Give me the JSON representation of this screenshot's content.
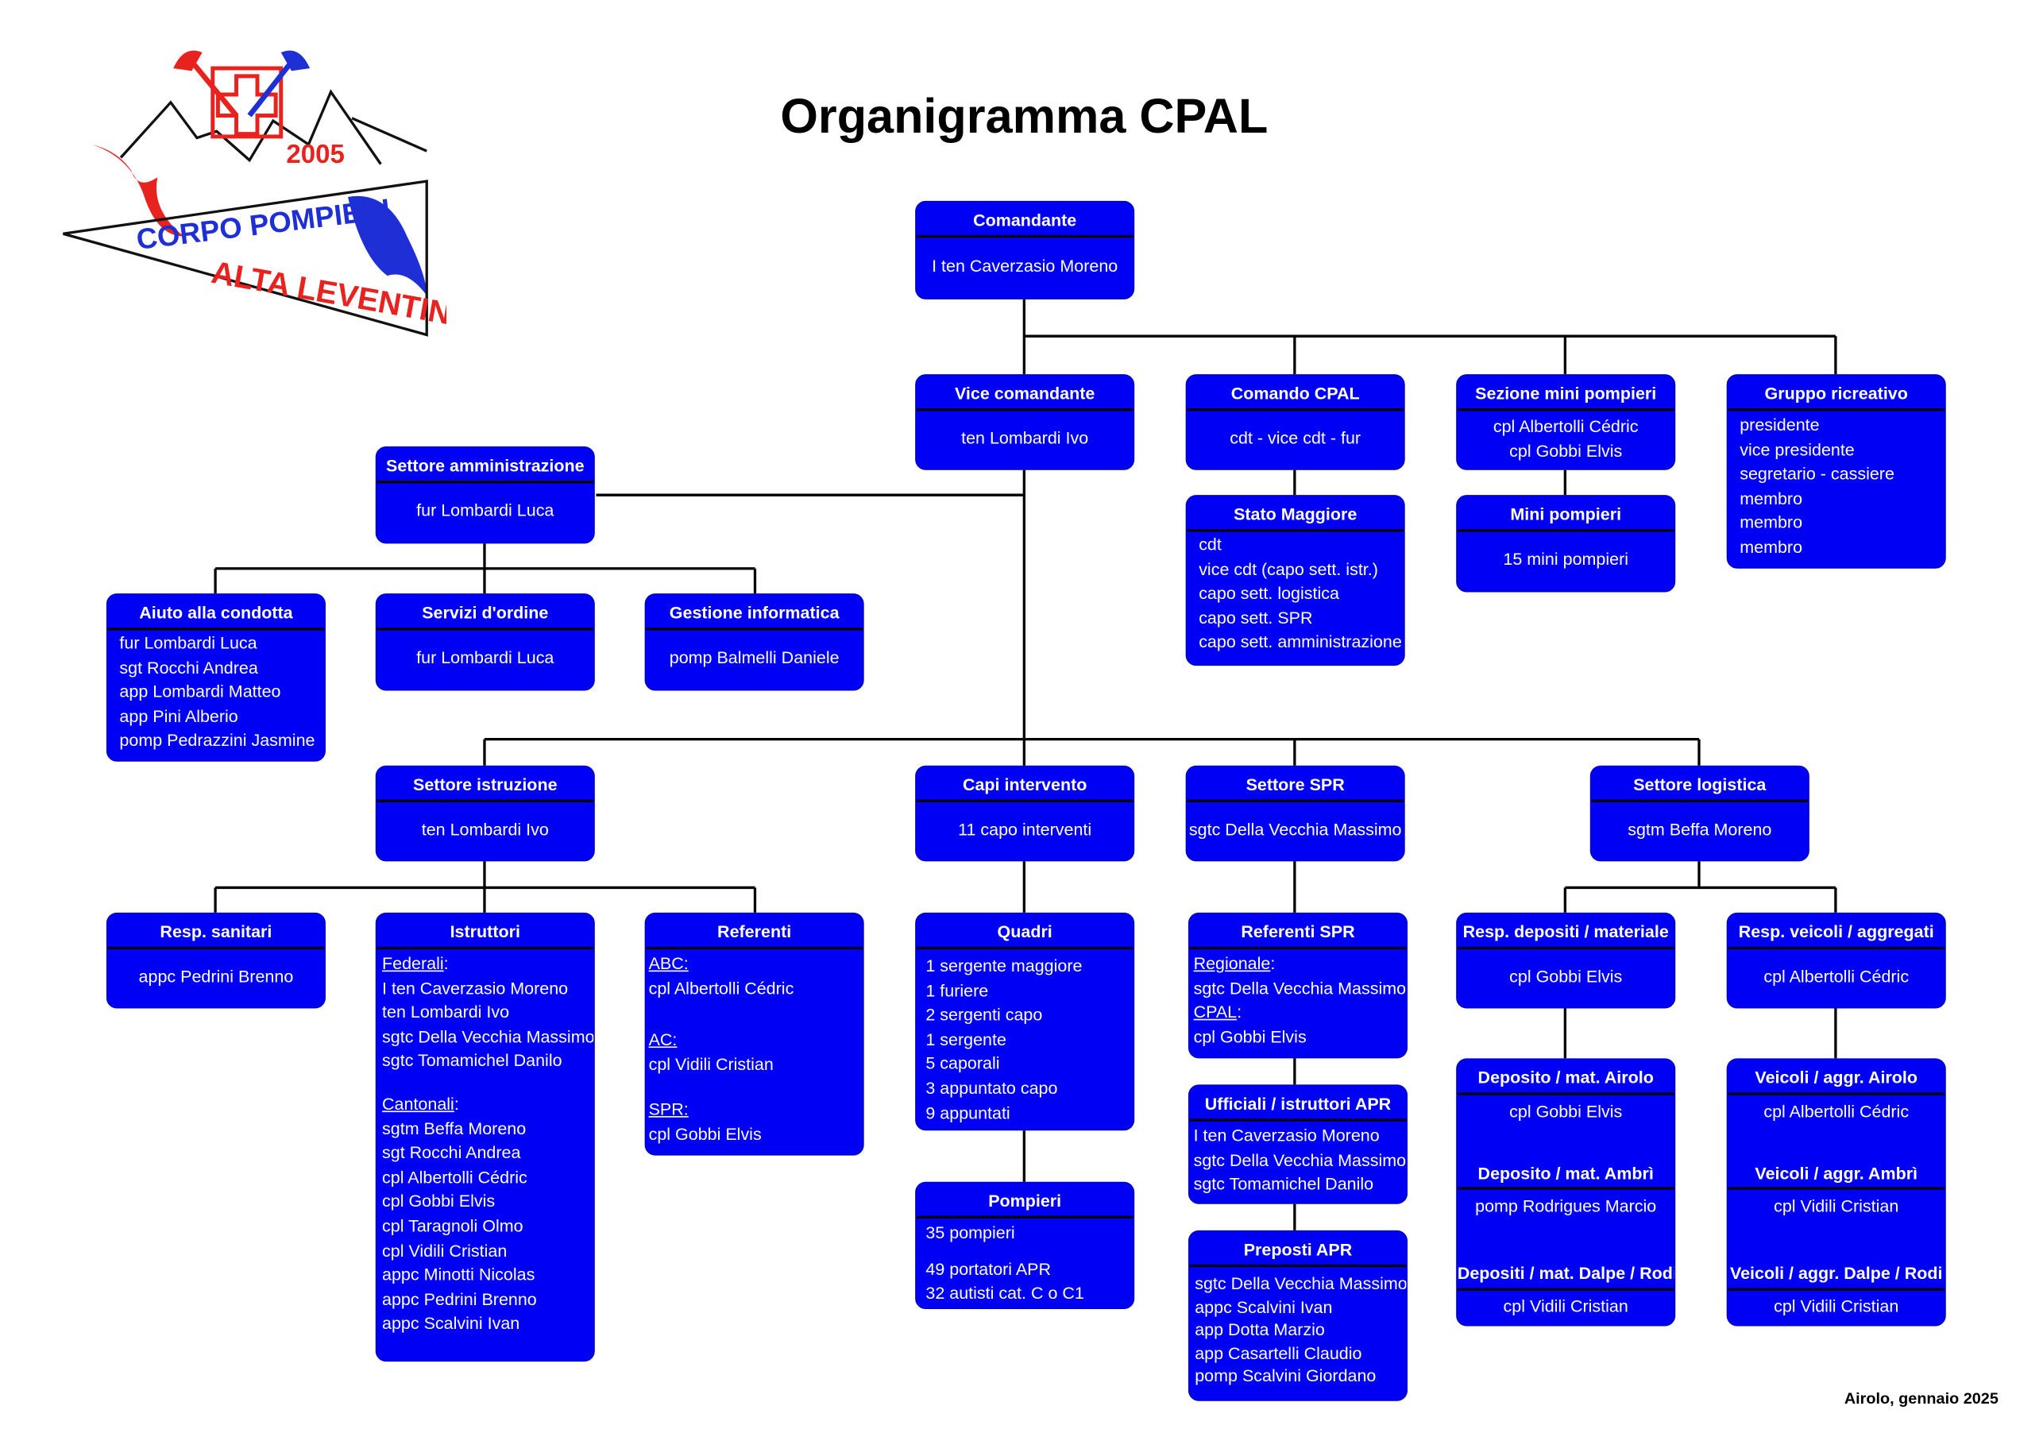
{
  "title": "Organigramma CPAL",
  "footer": "Airolo, gennaio 2025",
  "logo": {
    "year": "2005",
    "line1": "CORPO POMPIERI",
    "line2": "ALTA LEVENTINA",
    "colors": {
      "red": "#e8231f",
      "blue": "#1e2fd6"
    }
  },
  "box_color": "#0000f5",
  "nodes": {
    "comandante": {
      "title": "Comandante",
      "lines": [
        "I ten Caverzasio Moreno"
      ]
    },
    "vice": {
      "title": "Vice comandante",
      "lines": [
        "ten Lombardi Ivo"
      ]
    },
    "comando": {
      "title": "Comando CPAL",
      "lines": [
        "cdt - vice cdt - fur"
      ]
    },
    "sezione_mini": {
      "title": "Sezione mini pompieri",
      "lines": [
        "cpl Albertolli Cédric",
        "cpl Gobbi Elvis"
      ]
    },
    "gruppo": {
      "title": "Gruppo ricreativo",
      "lines": [
        "presidente",
        "vice presidente",
        "segretario - cassiere",
        "membro",
        "membro",
        "membro"
      ]
    },
    "stato": {
      "title": "Stato Maggiore",
      "lines": [
        "cdt",
        "vice cdt (capo sett. istr.)",
        "capo sett. logistica",
        "capo sett. SPR",
        "capo sett. amministrazione"
      ]
    },
    "mini": {
      "title": "Mini pompieri",
      "lines": [
        "15 mini pompieri"
      ]
    },
    "amministrazione": {
      "title": "Settore amministrazione",
      "lines": [
        "fur Lombardi Luca"
      ]
    },
    "aiuto": {
      "title": "Aiuto alla condotta",
      "lines": [
        "fur Lombardi Luca",
        "sgt Rocchi Andrea",
        "app Lombardi Matteo",
        "app Pini Alberio",
        "pomp Pedrazzini Jasmine"
      ]
    },
    "servizi": {
      "title": "Servizi d'ordine",
      "lines": [
        "fur Lombardi Luca"
      ]
    },
    "informatica": {
      "title": "Gestione informatica",
      "lines": [
        "pomp Balmelli Daniele"
      ]
    },
    "istruzione": {
      "title": "Settore istruzione",
      "lines": [
        "ten Lombardi Ivo"
      ]
    },
    "capi": {
      "title": "Capi intervento",
      "lines": [
        "11 capo interventi"
      ]
    },
    "spr": {
      "title": "Settore SPR",
      "lines": [
        "sgtc Della Vecchia Massimo"
      ]
    },
    "logistica": {
      "title": "Settore logistica",
      "lines": [
        "sgtm Beffa Moreno"
      ]
    },
    "sanitari": {
      "title": "Resp. sanitari",
      "lines": [
        "appc Pedrini Brenno"
      ]
    },
    "istruttori": {
      "title": "Istruttori",
      "group1": "Federali",
      "lines1": [
        "I ten Caverzasio Moreno",
        "ten Lombardi Ivo",
        "sgtc Della Vecchia Massimo",
        "sgtc Tomamichel Danilo"
      ],
      "group2": "Cantonali",
      "lines2": [
        "sgtm Beffa Moreno",
        "sgt Rocchi Andrea",
        "cpl Albertolli Cédric",
        "cpl Gobbi Elvis",
        "cpl Taragnoli Olmo",
        "cpl Vidili Cristian",
        "appc Minotti Nicolas",
        "appc Pedrini Brenno",
        "appc Scalvini Ivan"
      ]
    },
    "referenti": {
      "title": "Referenti",
      "g1": "ABC:",
      "v1": "cpl Albertolli Cédric",
      "g2": "AC:",
      "v2": "cpl Vidili Cristian",
      "g3": "SPR:",
      "v3": "cpl Gobbi Elvis"
    },
    "quadri": {
      "title": "Quadri",
      "lines": [
        "1 sergente maggiore",
        "1 furiere",
        "2 sergenti capo",
        "1 sergente",
        "5 caporali",
        "3 appuntato capo",
        "9 appuntati"
      ]
    },
    "pompieri": {
      "title": "Pompieri",
      "line1": "35 pompieri",
      "lines": [
        "49 portatori APR",
        "32 autisti cat. C o C1"
      ]
    },
    "referenti_spr": {
      "title": "Referenti SPR",
      "g1": "Regionale",
      "v1": "sgtc Della Vecchia Massimo",
      "g2": "CPAL",
      "v2": "cpl Gobbi Elvis"
    },
    "ufficiali": {
      "title": "Ufficiali / istruttori APR",
      "lines": [
        "I ten Caverzasio Moreno",
        "sgtc Della Vecchia Massimo",
        "sgtc Tomamichel Danilo"
      ]
    },
    "preposti": {
      "title": "Preposti APR",
      "lines": [
        "sgtc Della Vecchia Massimo",
        "appc Scalvini Ivan",
        "app Dotta Marzio",
        "app Casartelli Claudio",
        "pomp Scalvini Giordano"
      ]
    },
    "depositi": {
      "title": "Resp. depositi / materiale",
      "lines": [
        "cpl Gobbi Elvis"
      ]
    },
    "veicoli": {
      "title": "Resp. veicoli / aggregati",
      "lines": [
        "cpl Albertolli Cédric"
      ]
    },
    "dep_mat": {
      "t1": "Deposito / mat. Airolo",
      "v1": "cpl Gobbi Elvis",
      "t2": "Deposito / mat. Ambrì",
      "v2": "pomp Rodrigues Marcio",
      "t3": "Depositi / mat. Dalpe / Rodi",
      "v3": "cpl Vidili Cristian"
    },
    "veic_aggr": {
      "t1": "Veicoli / aggr. Airolo",
      "v1": "cpl Albertolli Cédric",
      "t2": "Veicoli / aggr. Ambrì",
      "v2": "cpl Vidili Cristian",
      "t3": "Veicoli / aggr. Dalpe / Rodi",
      "v3": "cpl Vidili Cristian"
    }
  }
}
